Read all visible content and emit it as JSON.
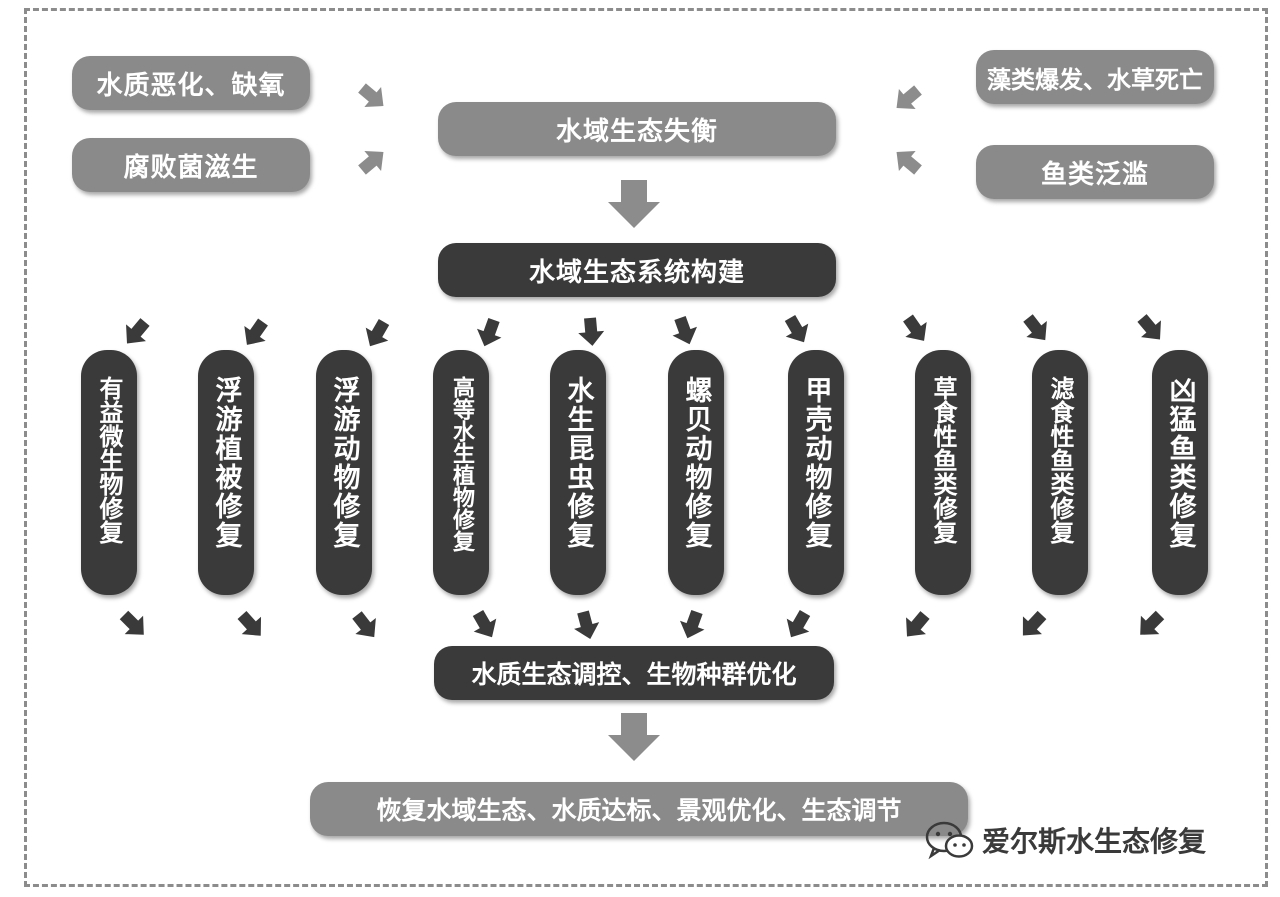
{
  "problems_left": [
    "水质恶化、缺氧",
    "腐败菌滋生"
  ],
  "problems_right": [
    "藻类爆发、水草死亡",
    "鱼类泛滥"
  ],
  "imbalance": "水域生态失衡",
  "construction": "水域生态系统构建",
  "measures": [
    "有益微生物修复",
    "浮游植被修复",
    "浮游动物修复",
    "高等水生植物修复",
    "水生昆虫修复",
    "螺贝动物修复",
    "甲壳动物修复",
    "草食性鱼类修复",
    "滤食性鱼类修复",
    "凶猛鱼类修复"
  ],
  "regulation": "水质生态调控、生物种群优化",
  "outcome": "恢复水域生态、水质达标、景观优化、生态调节",
  "watermark": "爱尔斯水生态修复",
  "colors": {
    "light_box": "#8a8a8a",
    "dark_box": "#3a3a3a",
    "arrow_light": "#8c8c8c",
    "arrow_dark": "#3a3a3a",
    "border": "#8c8c8c"
  }
}
